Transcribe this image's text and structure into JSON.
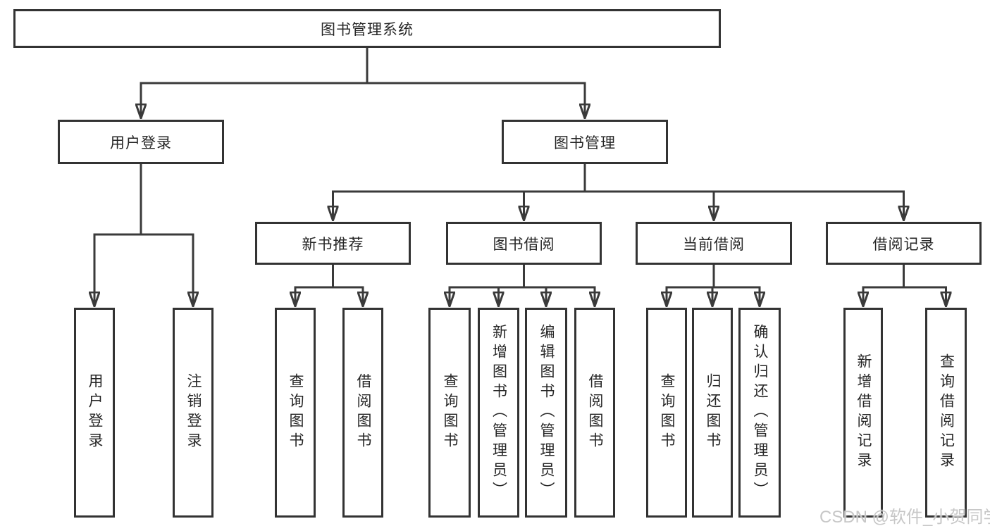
{
  "tree": {
    "root": {
      "label": "图书管理系统"
    },
    "branches": [
      {
        "label": "用户登录",
        "children": [
          {
            "label": "用户登录"
          },
          {
            "label": "注销登录"
          }
        ]
      },
      {
        "label": "图书管理",
        "children": [
          {
            "label": "新书推荐",
            "children": [
              {
                "label": "查询图书"
              },
              {
                "label": "借阅图书"
              }
            ]
          },
          {
            "label": "图书借阅",
            "children": [
              {
                "label": "查询图书"
              },
              {
                "label": "新增图书（管理员）"
              },
              {
                "label": "编辑图书（管理员）"
              },
              {
                "label": "借阅图书"
              }
            ]
          },
          {
            "label": "当前借阅",
            "children": [
              {
                "label": "查询图书"
              },
              {
                "label": "归还图书"
              },
              {
                "label": "确认归还（管理员）"
              }
            ]
          },
          {
            "label": "借阅记录",
            "children": [
              {
                "label": "新增借阅记录"
              },
              {
                "label": "查询借阅记录"
              }
            ]
          }
        ]
      }
    ]
  },
  "watermark": {
    "text": "CSDN @软件_小贺同学"
  },
  "colors": {
    "line": "#3a3a3a",
    "box_border": "#333333",
    "text": "#262626",
    "background": "#ffffff",
    "watermark": "#c7c7c7"
  }
}
